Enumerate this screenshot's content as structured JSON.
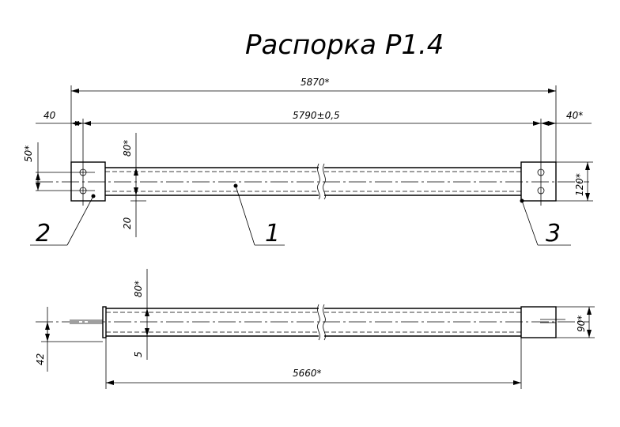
{
  "title": "Распорка Р1.4",
  "plan_view": {
    "dimensions": {
      "overall_length": "5870*",
      "left_offset": "40",
      "center_length": "5790±0,5",
      "right_offset": "40*",
      "hole_spacing": "50*",
      "tube_height": "80*",
      "bottom_offset": "20",
      "plate_height": "120*"
    },
    "callouts": {
      "part1": "1",
      "part2": "2",
      "part3": "3"
    }
  },
  "side_view": {
    "dimensions": {
      "tube_height": "80*",
      "bottom_offset": "5",
      "left_offset": "42",
      "plate_height": "90*",
      "tube_length": "5660*"
    }
  }
}
